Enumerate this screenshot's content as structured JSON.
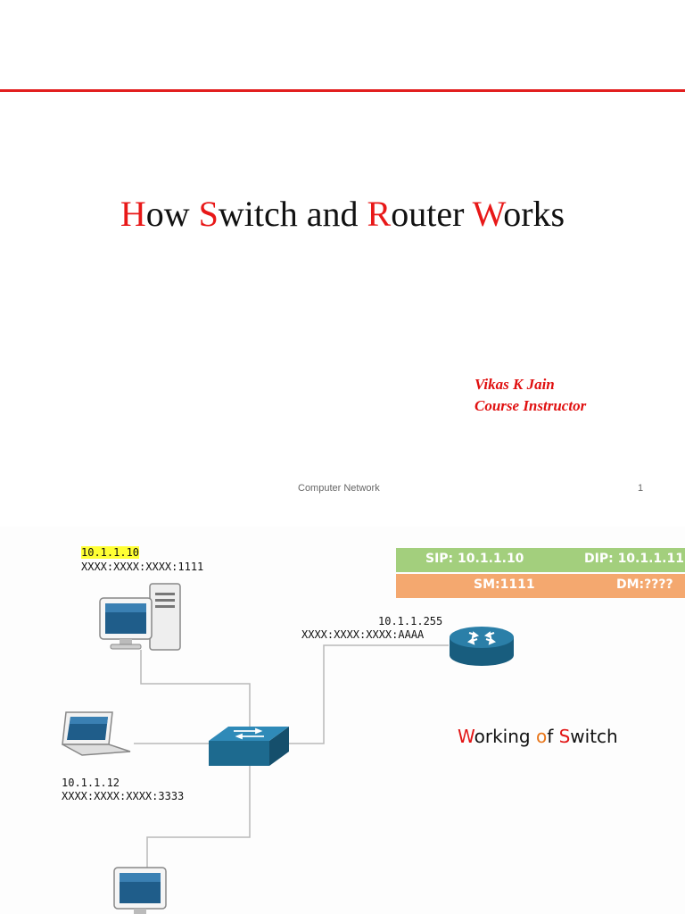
{
  "slide1": {
    "title_parts": [
      {
        "text": "H",
        "red": true
      },
      {
        "text": "ow ",
        "red": false
      },
      {
        "text": "S",
        "red": true
      },
      {
        "text": "witch and ",
        "red": false
      },
      {
        "text": "R",
        "red": true
      },
      {
        "text": "outer ",
        "red": false
      },
      {
        "text": "W",
        "red": true
      },
      {
        "text": "orks",
        "red": false
      }
    ],
    "author_name": "Vikas K Jain",
    "author_role": "Course Instructor",
    "footer_center": "Computer Network",
    "footer_page": "1"
  },
  "slide2": {
    "pc1": {
      "ip": "10.1.1.10",
      "mac": "XXXX:XXXX:XXXX:1111"
    },
    "router": {
      "ip": "10.1.1.255",
      "mac": "XXXX:XXXX:XXXX:AAAA"
    },
    "laptop": {
      "ip": "10.1.1.12",
      "mac": "XXXX:XXXX:XXXX:3333"
    },
    "frame": {
      "sip": "SIP: 10.1.1.10",
      "dip": "DIP: 10.1.1.11",
      "sm": "SM:1111",
      "dm": "DM:????"
    },
    "caption": {
      "w": "W",
      "w_rest": "orking ",
      "o": "o",
      "f_rest": "f ",
      "s": "S",
      "s_rest": "witch"
    },
    "colors": {
      "accent_red": "#e21e1e",
      "ip_row": "#a3cf7d",
      "mac_row": "#f4a86f",
      "switch": "#1f6d92",
      "router": "#1b6a8e"
    }
  }
}
